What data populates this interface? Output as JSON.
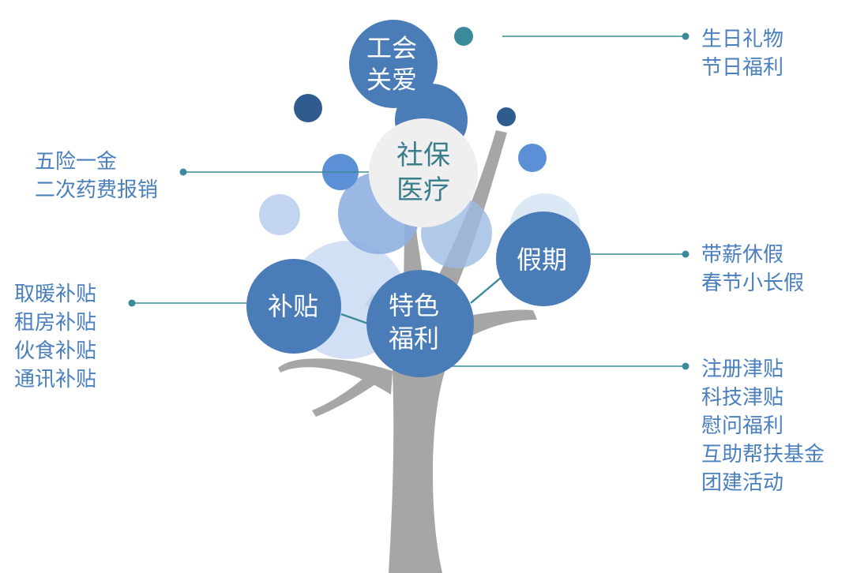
{
  "nodes": {
    "union_care": {
      "line1": "工会",
      "line2": "关爱"
    },
    "social_medical": {
      "line1": "社保",
      "line2": "医疗"
    },
    "holiday": {
      "line1": "假期"
    },
    "subsidy": {
      "line1": "补贴"
    },
    "special": {
      "line1": "特色",
      "line2": "福利"
    }
  },
  "details": {
    "union_care": [
      "生日礼物",
      "节日福利"
    ],
    "social_medical": [
      "五险一金",
      "二次药费报销"
    ],
    "holiday": [
      "带薪休假",
      "春节小长假"
    ],
    "subsidy": [
      "取暖补贴",
      "租房补贴",
      "伙食补贴",
      "通讯补贴"
    ],
    "special": [
      "注册津贴",
      "科技津贴",
      "慰问福利",
      "互助帮扶基金",
      "团建活动"
    ]
  },
  "colors": {
    "trunk": "#a6a6a6",
    "node_blue": "#4a7cb8",
    "dark_blue": "#2f5b8f",
    "mid_blue": "#5b8fd6",
    "light_blue": "#9dbbe4",
    "pale_blue": "#c9daf2",
    "very_pale_blue": "#dde8f6",
    "teal": "#3a8a9a",
    "center_fill": "#efefef",
    "text_blue": "#4a7fbe"
  }
}
